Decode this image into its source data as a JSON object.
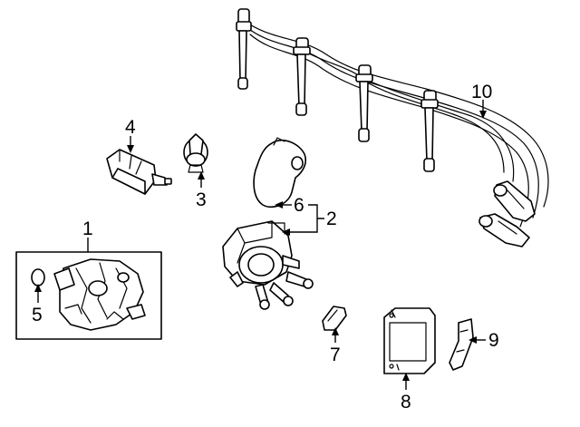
{
  "diagram": {
    "title": "Ignition system components",
    "callouts": [
      {
        "id": "1",
        "label": "1",
        "part": "distributor-assembly"
      },
      {
        "id": "2",
        "label": "2",
        "part": "distributor-cap-and-rotor"
      },
      {
        "id": "3",
        "label": "3",
        "part": "rotor"
      },
      {
        "id": "4",
        "label": "4",
        "part": "ignition-coil"
      },
      {
        "id": "5",
        "label": "5",
        "part": "o-ring"
      },
      {
        "id": "6",
        "label": "6",
        "part": "cap-cover"
      },
      {
        "id": "7",
        "label": "7",
        "part": "grommet"
      },
      {
        "id": "8",
        "label": "8",
        "part": "ignition-control-module"
      },
      {
        "id": "9",
        "label": "9",
        "part": "bracket"
      },
      {
        "id": "10",
        "label": "10",
        "part": "spark-plug-wire-set"
      }
    ]
  }
}
